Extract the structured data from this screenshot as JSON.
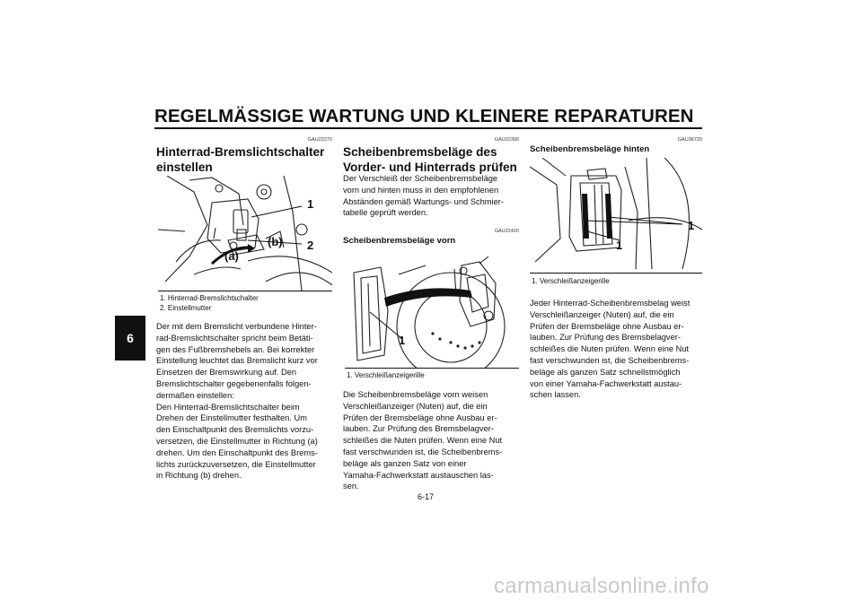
{
  "header": {
    "title": "REGELMÄSSIGE WARTUNG UND KLEINERE REPARATUREN"
  },
  "chapter_tab": "6",
  "col1": {
    "code": "GAU22270",
    "title_lines": [
      "Hinterrad-Bremslichtschalter",
      "einstellen"
    ],
    "figure_labels": {
      "one": "1",
      "two": "2",
      "a": "(a)",
      "b": "(b)"
    },
    "captions": [
      "1. Hinterrad-Bremslichtschalter",
      "2. Einstellmutter"
    ],
    "body_lines": [
      "Der mit dem Bremslicht verbundene Hinter-",
      "rad-Bremslichtschalter spricht beim Betäti-",
      "gen des Fußbremshebels an. Bei korrekter",
      "Einstellung leuchtet das Bremslicht kurz vor",
      "Einsetzen der Bremswirkung auf. Den",
      "Bremslichtschalter gegebenenfalls folgen-",
      "dermaßen einstellen:",
      "Den Hinterrad-Bremslichtschalter beim",
      "Drehen der Einstellmutter festhalten. Um",
      "den Einschaltpunkt des Bremslichts vorzu-",
      "versetzen, die Einstellmutter in Richtung (a)",
      "drehen. Um den Einschaltpunkt des Brems-",
      "lichts zurückzuversetzen, die Einstellmutter",
      "in Richtung (b) drehen."
    ]
  },
  "col2": {
    "code": "GAU22390",
    "title_lines": [
      "Scheibenbremsbeläge des",
      "Vorder- und Hinterrads prüfen"
    ],
    "intro_lines": [
      "Der Verschleiß der Scheibenbremsbeläge",
      "vorn und hinten muss in den empfohlenen",
      "Abständen gemäß Wartungs- und Schmier-",
      "tabelle geprüft werden."
    ],
    "sub_code": "GAU22420",
    "subtitle": "Scheibenbremsbeläge vorn",
    "figure_labels": {
      "one": "1"
    },
    "caption": "1. Verschleißanzeigerille",
    "body_lines": [
      "Die Scheibenbremsbeläge vorn weisen",
      "Verschleißanzeiger (Nuten) auf, die ein",
      "Prüfen der Bremsbeläge ohne Ausbau er-",
      "lauben. Zur Prüfung des Bremsbelagver-",
      "schleißes die Nuten prüfen. Wenn eine Nut",
      "fast verschwunden ist, die Scheibenbrems-",
      "beläge als ganzen Satz von einer",
      "Yamaha-Fachwerkstatt austauschen las-",
      "sen."
    ]
  },
  "col3": {
    "code": "GAU36720",
    "subtitle": "Scheibenbremsbeläge hinten",
    "figure_labels": {
      "one_a": "1",
      "one_b": "1"
    },
    "caption": "1. Verschleißanzeigerille",
    "body_lines": [
      "Jeder Hinterrad-Scheibenbremsbelag weist",
      "Verschleißanzeiger (Nuten) auf, die ein",
      "Prüfen der Bremsbeläge ohne Ausbau er-",
      "lauben. Zur Prüfung des Bremsbelagver-",
      "schleißes die Nuten prüfen. Wenn eine Nut",
      "fast verschwunden ist, die Scheibenbrems-",
      "beläge als ganzen Satz schnellstmöglich",
      "von einer Yamaha-Fachwerkstatt austau-",
      "schen lassen."
    ]
  },
  "page_number": "6-17",
  "watermark": "carmanualsonline.info"
}
